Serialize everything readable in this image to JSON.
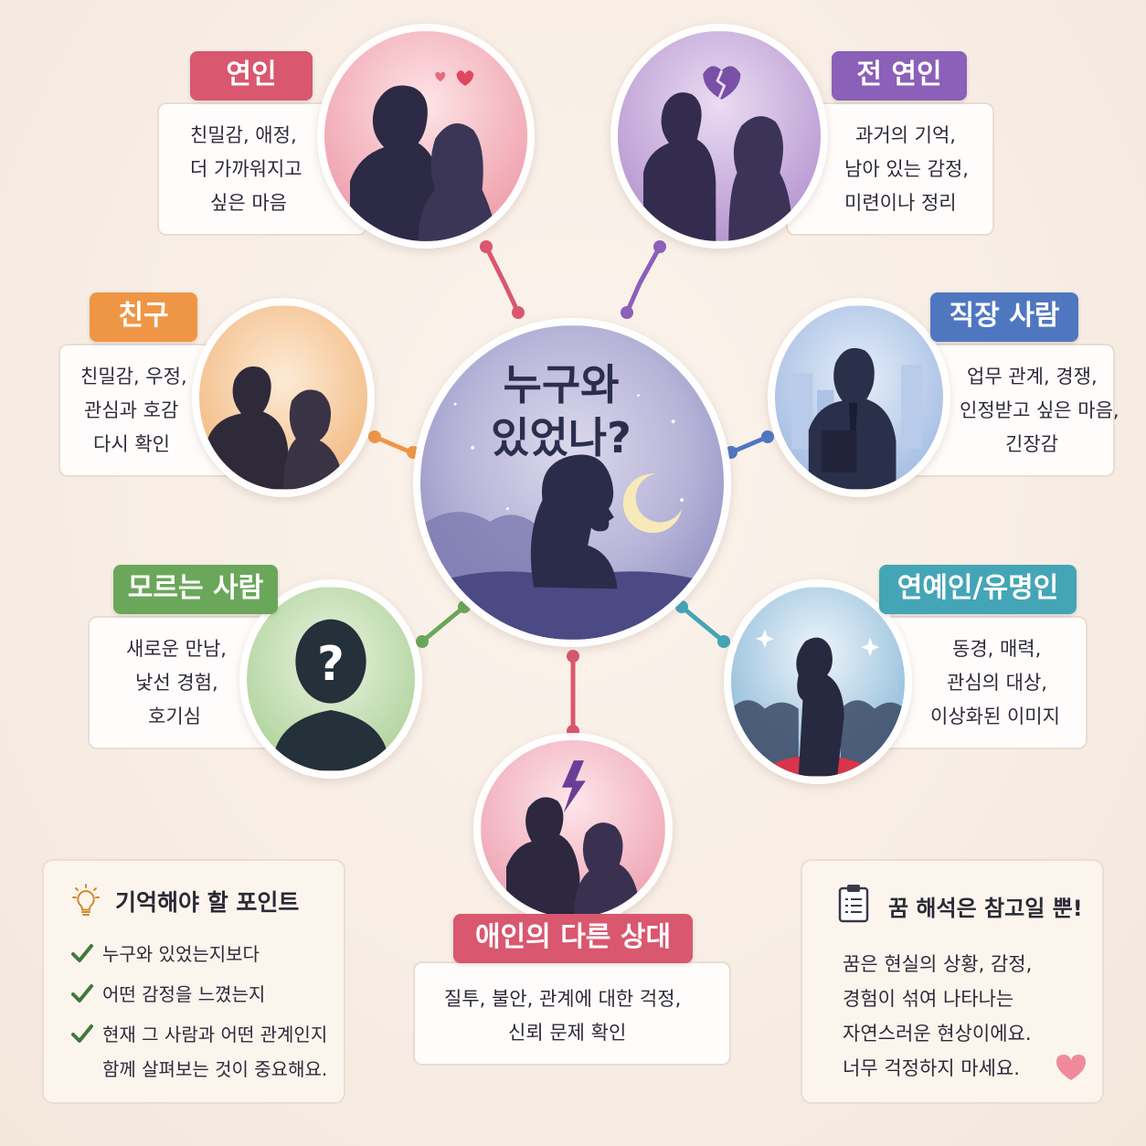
{
  "center": {
    "title_line1": "누구와",
    "title_line2": "있었나?"
  },
  "nodes": [
    {
      "id": "lover",
      "label": "연인",
      "color": "#d9576f",
      "icon": "couple-kissing-icon",
      "lines": [
        "친밀감, 애정,",
        "더 가까워지고",
        "싶은 마음"
      ]
    },
    {
      "id": "ex",
      "label": "전 연인",
      "color": "#8a60b8",
      "icon": "broken-heart-icon",
      "lines": [
        "과거의 기억,",
        "남아 있는 감정,",
        "미련이나 정리"
      ]
    },
    {
      "id": "friend",
      "label": "친구",
      "color": "#ef9646",
      "icon": "friends-silhouette-icon",
      "lines": [
        "친밀감, 우정,",
        "관심과 호감",
        "다시 확인"
      ]
    },
    {
      "id": "coworker",
      "label": "직장 사람",
      "color": "#4f77c0",
      "icon": "office-worker-icon",
      "lines": [
        "업무 관계, 경쟁,",
        "인정받고 싶은 마음,",
        "긴장감"
      ]
    },
    {
      "id": "stranger",
      "label": "모르는 사람",
      "color": "#6aa75a",
      "icon": "question-person-icon",
      "lines": [
        "새로운 만남,",
        "낯선 경험,",
        "호기심"
      ]
    },
    {
      "id": "celebrity",
      "label": "연예인/유명인",
      "color": "#44a5b6",
      "icon": "celebrity-stage-icon",
      "lines": [
        "동경, 매력,",
        "관심의 대상,",
        "이상화된 이미지"
      ]
    },
    {
      "id": "rival",
      "label": "애인의 다른 상대",
      "color": "#d9576f",
      "icon": "lightning-rival-icon",
      "lines": [
        "질투, 불안, 관계에 대한 걱정,",
        "신뢰 문제 확인"
      ]
    }
  ],
  "tips": {
    "title": "기억해야 할 포인트",
    "items": [
      "누구와 있었는지보다",
      "어떤 감정을 느꼈는지",
      "현재 그 사람과 어떤 관계인지",
      "함께 살펴보는 것이 중요해요."
    ],
    "check_color": "#3f7a3a"
  },
  "note": {
    "title": "꿈 해석은 참고일 뿐!",
    "lines": [
      "꿈은 현실의 상황, 감정,",
      "경험이 섞여 나타나는",
      "자연스러운 현상이에요.",
      "너무 걱정하지 마세요."
    ],
    "heart_color": "#f08a9b"
  }
}
